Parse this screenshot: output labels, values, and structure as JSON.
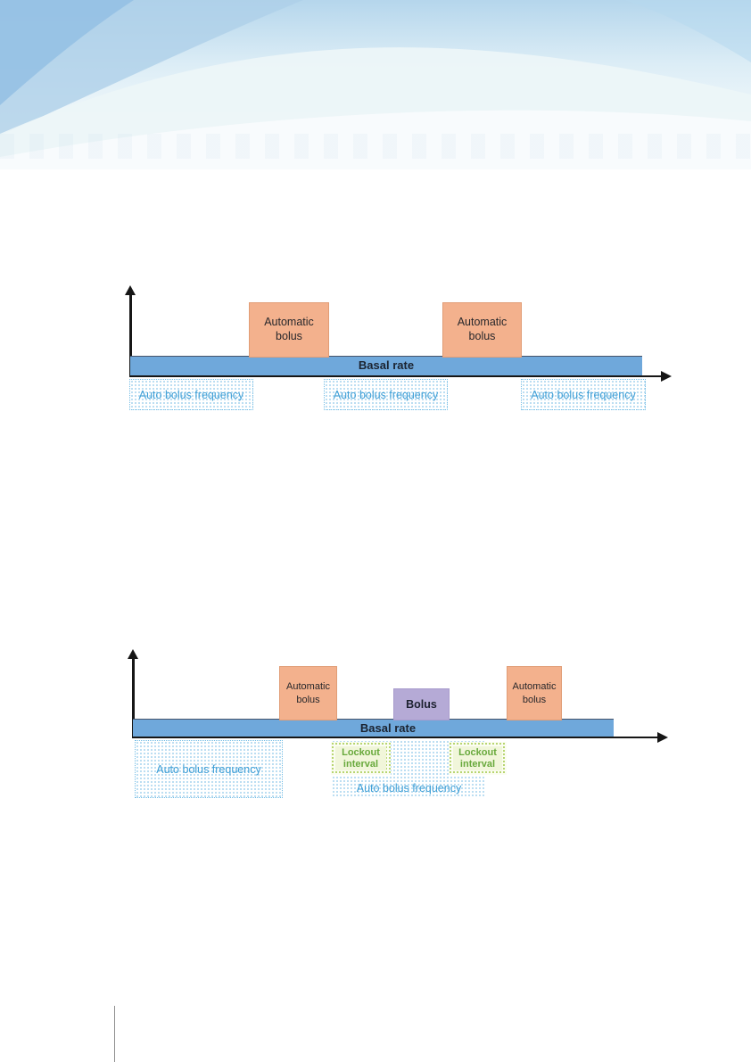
{
  "colors": {
    "basal_bar": "#6fa8db",
    "automatic_bolus_fill": "#f3b18d",
    "bolus_fill": "#b5aad6",
    "frequency_dots": "#a6d3ee",
    "frequency_text": "#3f9fd6",
    "lockout_fill": "#f1f6da",
    "lockout_dots": "#b0d162",
    "lockout_text": "#68a93c",
    "axis": "#161616",
    "header_blue": "#a9cde9"
  },
  "diagram1": {
    "basal_rate_label": "Basal rate",
    "automatic_bolus_boxes": [
      {
        "label": "Automatic bolus"
      },
      {
        "label": "Automatic bolus"
      }
    ],
    "frequency_boxes": [
      {
        "label": "Auto bolus frequency"
      },
      {
        "label": "Auto bolus frequency"
      },
      {
        "label": "Auto bolus frequency"
      }
    ]
  },
  "diagram2": {
    "basal_rate_label": "Basal rate",
    "automatic_bolus_boxes": [
      {
        "label": "Automatic bolus"
      },
      {
        "label": "Automatic bolus"
      }
    ],
    "bolus_box": {
      "label": "Bolus"
    },
    "lockout_boxes": [
      {
        "label": "Lockout interval"
      },
      {
        "label": "Lockout interval"
      }
    ],
    "frequency_left": {
      "label": "Auto bolus frequency"
    },
    "frequency_mid": {
      "label": "Auto bolus frequency"
    }
  }
}
